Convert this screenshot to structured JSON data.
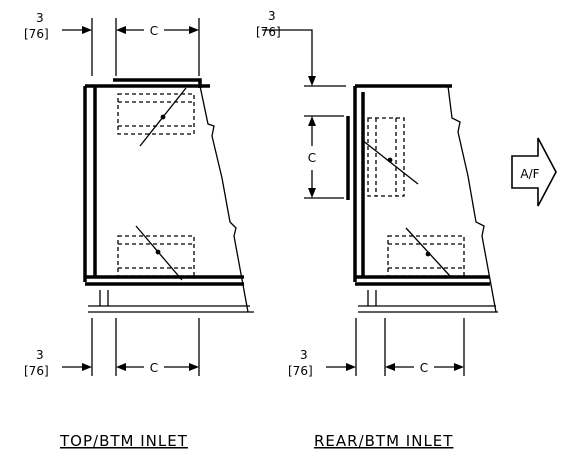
{
  "left_view": {
    "top_offset": {
      "num": "3",
      "mm": "[76]"
    },
    "top_dim": "C",
    "bottom_offset": {
      "num": "3",
      "mm": "[76]"
    },
    "bottom_dim": "C",
    "caption": "TOP/BTM INLET"
  },
  "right_view": {
    "top_offset": {
      "num": "3",
      "mm": "[76]"
    },
    "side_dim": "C",
    "bottom_offset": {
      "num": "3",
      "mm": "[76]"
    },
    "bottom_dim": "C",
    "airflow_label": "A/F",
    "caption": "REAR/BTM INLET"
  }
}
